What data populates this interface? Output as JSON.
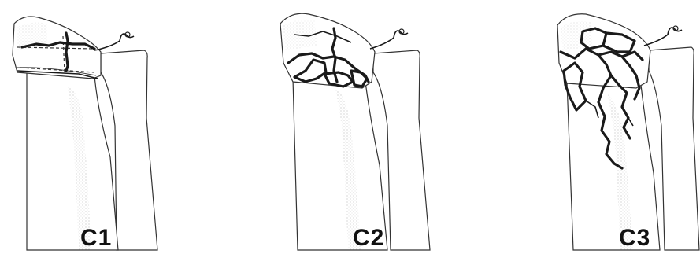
{
  "panels": [
    {
      "label": "C1"
    },
    {
      "label": "C2"
    },
    {
      "label": "C3"
    }
  ]
}
